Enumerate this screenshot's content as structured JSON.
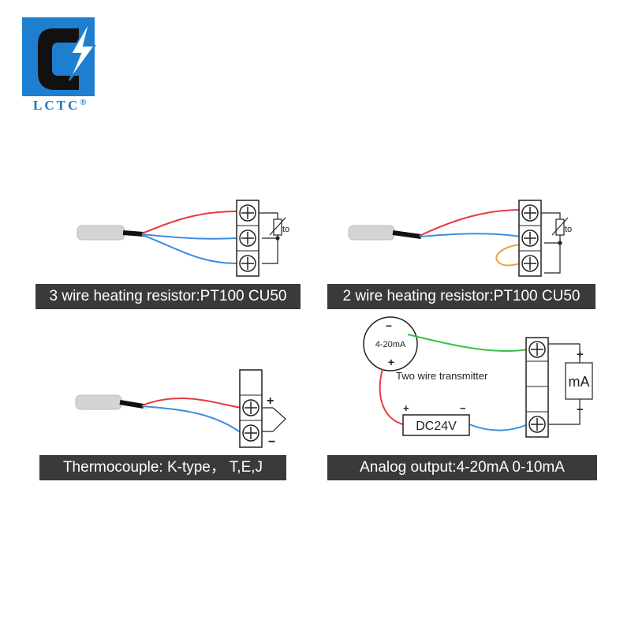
{
  "logo": {
    "brand": "LCTC",
    "registered": "®",
    "colors": {
      "blue": "#1e7fd0",
      "dark": "#1a1a1a"
    }
  },
  "panels": {
    "three_wire": {
      "caption": "3 wire heating resistor:PT100  CU50",
      "rtd_label": "to"
    },
    "two_wire": {
      "caption": "2 wire heating resistor:PT100  CU50",
      "rtd_label": "to"
    },
    "thermocouple": {
      "caption": "Thermocouple: K-type，  T,E,J",
      "plus": "+",
      "minus": "−"
    },
    "analog": {
      "caption": "Analog output:4-20mA  0-10mA",
      "transmitter_value": "4-20mA",
      "transmitter_label": "Two wire transmitter",
      "transmitter_plus": "+",
      "transmitter_minus": "−",
      "supply_label": "DC24V",
      "supply_plus": "+",
      "supply_minus": "−",
      "meter_label": "mA",
      "meter_plus": "+",
      "meter_minus": "−"
    }
  },
  "wire_colors": {
    "red": "#e8393f",
    "blue": "#3a8fe0",
    "green": "#3cbf4a",
    "orange": "#e8a33a",
    "black": "#111111"
  }
}
